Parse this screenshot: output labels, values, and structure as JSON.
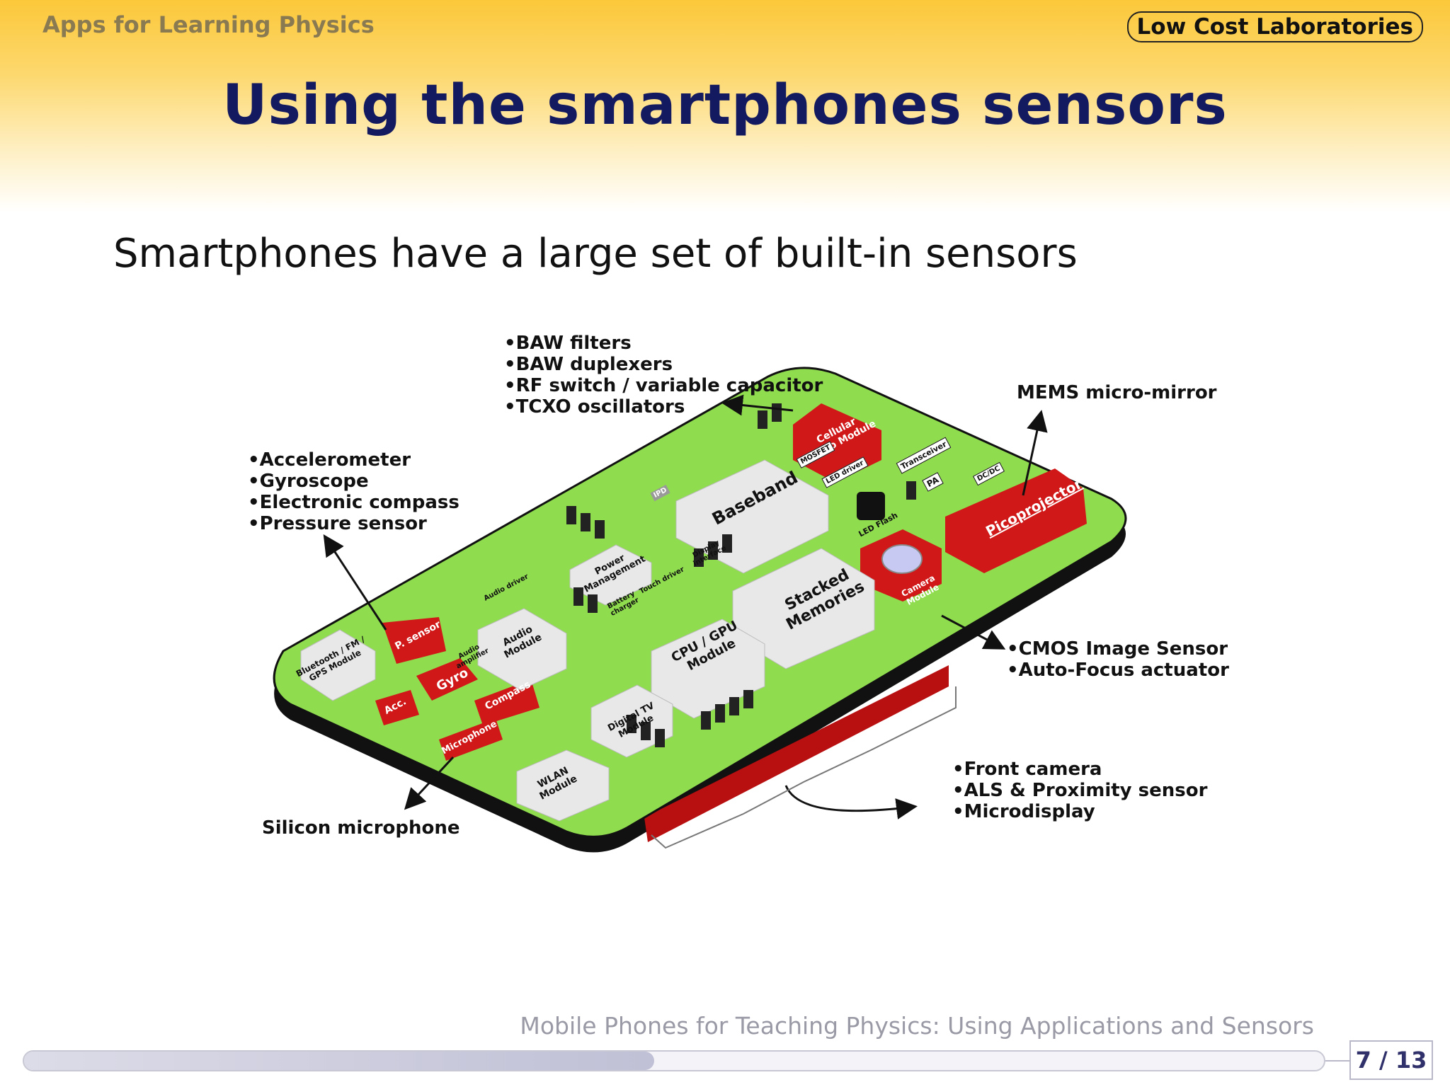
{
  "header": {
    "section": "Apps for Learning Physics",
    "badge": "Low Cost Laboratories",
    "title": "Using the smartphones sensors"
  },
  "intro": "Smartphones have a large set of built-in sensors",
  "figure": {
    "callouts": {
      "rf": [
        "•BAW filters",
        "•BAW duplexers",
        "•RF switch / variable capacitor",
        "•TCXO oscillators"
      ],
      "mems_mirror": "MEMS micro-mirror",
      "motion": [
        "•Accelerometer",
        "•Gyroscope",
        "•Electronic compass",
        "•Pressure sensor"
      ],
      "cmos": [
        "•CMOS Image Sensor",
        "•Auto-Focus actuator"
      ],
      "front": [
        "•Front camera",
        "•ALS & Proximity sensor",
        "•Microdisplay"
      ],
      "mic": "Silicon microphone"
    },
    "modules": {
      "cellular": "Cellular Radio Module",
      "baseband": "Baseband",
      "mosfet": "MOSFET",
      "led_driver": "LED driver",
      "transceiver": "Transceiver",
      "pa": "PA",
      "dcdc": "DC/DC",
      "ipd": "IPD",
      "led_flash": "LED Flash",
      "picoprojector": "Picoprojector",
      "camera": "Camera Module",
      "stacked": "Stacked Memories",
      "cpu": "CPU / GPU Module",
      "power": "Power Management",
      "display": "Display interface",
      "touch": "Touch driver",
      "battery": "Battery charger",
      "audio_driver": "Audio driver",
      "audio_module": "Audio Module",
      "audio_amp": "Audio amplifier",
      "bluetooth": "Bluetooth / FM / GPS Module",
      "psensor": "P. sensor",
      "gyro": "Gyro",
      "acc": "Acc.",
      "compass": "Compass",
      "microphone": "Microphone",
      "digital_tv": "Digital TV Module",
      "wlan": "WLAN Module"
    }
  },
  "footer": {
    "talk_title": "Mobile Phones for Teaching Physics: Using Applications and Sensors",
    "page_current": 7,
    "page_total": 13,
    "page_label": "7 / 13"
  },
  "colors": {
    "title": "#141a60",
    "board": "#8fdc4e",
    "module_red": "#d01818",
    "module_grey": "#e8e8e8",
    "header_gold": "#fcc83a"
  }
}
